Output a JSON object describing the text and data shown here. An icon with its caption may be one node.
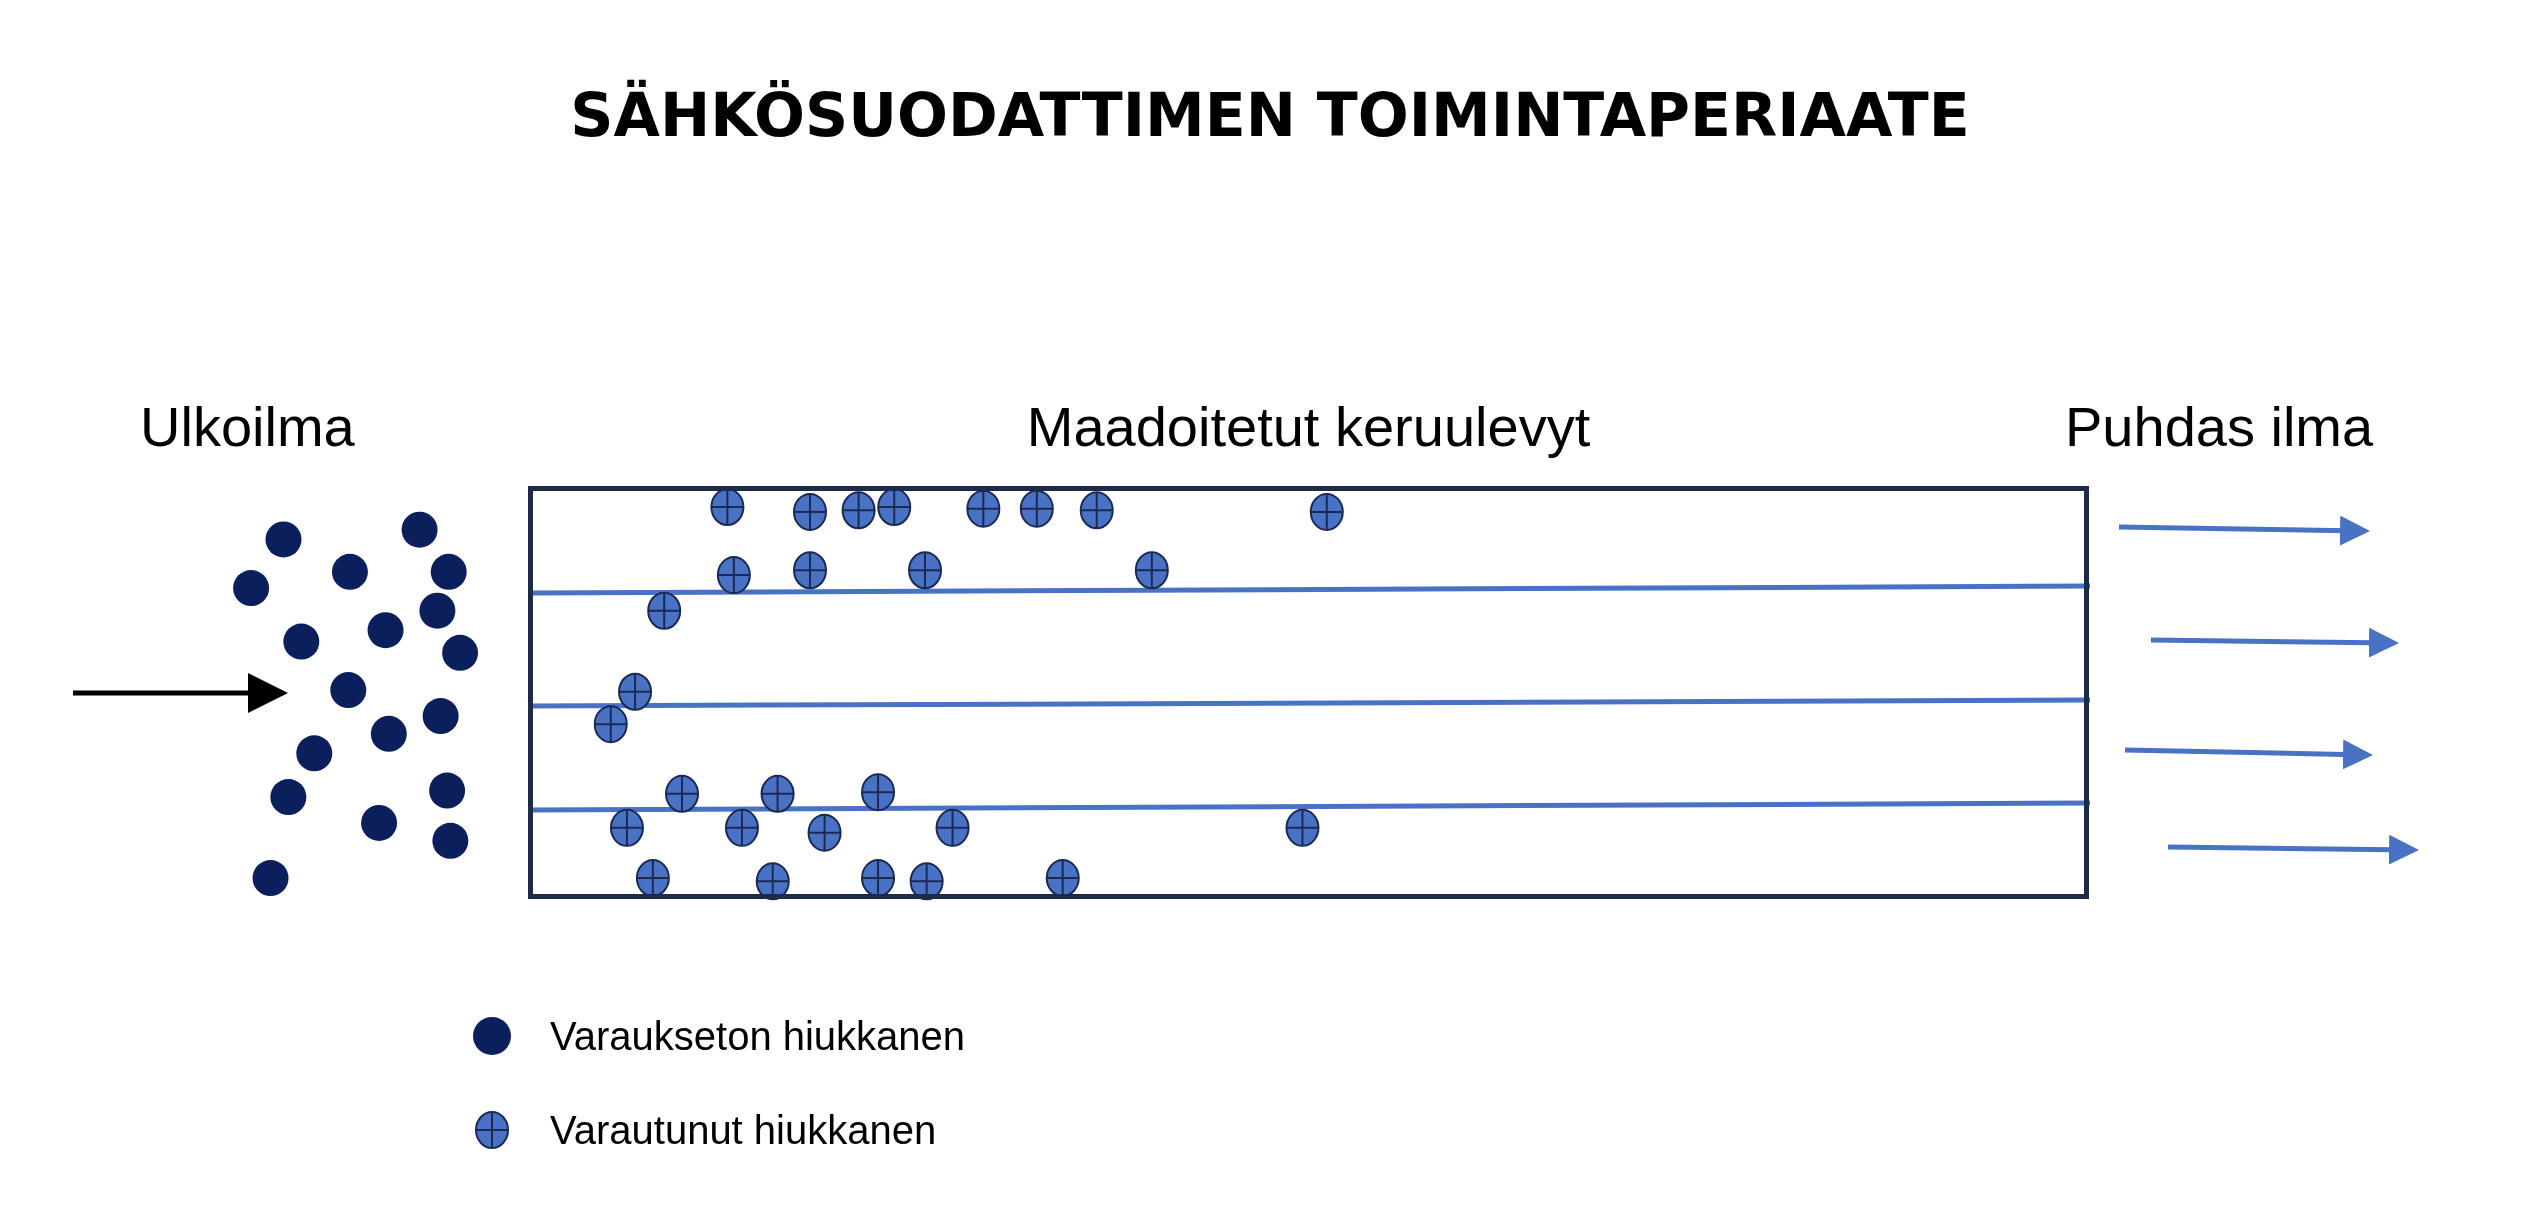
{
  "diagram": {
    "title": "SÄHKÖSUODATTIMEN TOIMINTAPERIAATE",
    "nodes": [
      {
        "text": [
          "Maadoitetut keruulevyt"
        ]
      }
    ],
    "labels": [
      "Ulkoilma",
      "Puhdas ilma"
    ],
    "legend": [
      {
        "text": "Varaukseton hiukkanen",
        "color": "#0b1f5c"
      },
      {
        "text": "Varautunut hiukkanen"
      }
    ]
  }
}
